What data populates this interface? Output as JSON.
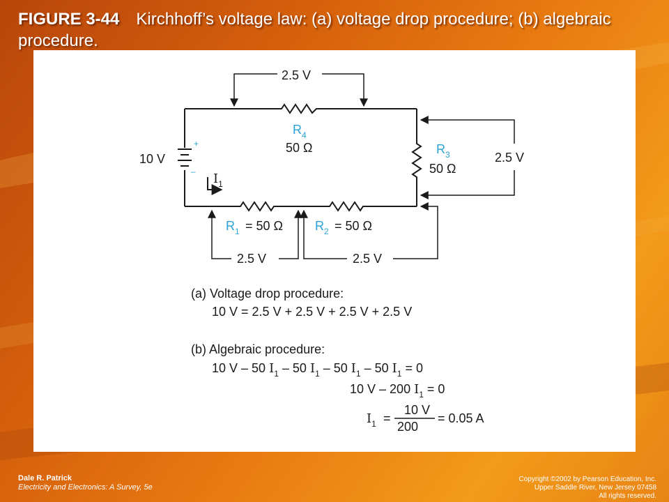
{
  "title": {
    "figure": "FIGURE 3-44",
    "caption": "Kirchhoff’s voltage law: (a) voltage drop procedure; (b) algebraic procedure."
  },
  "circuit": {
    "source_voltage": "10 V",
    "plus": "+",
    "minus": "–",
    "current_label": "I",
    "current_sub": "1",
    "r4_name": "R",
    "r4_sub": "4",
    "r4_value": "50 Ω",
    "r3_name": "R",
    "r3_sub": "3",
    "r3_value": "50 Ω",
    "r1_name": "R",
    "r1_sub": "1",
    "r1_value": "= 50 Ω",
    "r2_name": "R",
    "r2_sub": "2",
    "r2_value": "= 50 Ω",
    "drop_top": "2.5 V",
    "drop_right": "2.5 V",
    "drop_bottom_left": "2.5 V",
    "drop_bottom_right": "2.5 V"
  },
  "procedures": {
    "a_heading": "(a) Voltage drop procedure:",
    "a_equation": "10 V = 2.5 V + 2.5 V + 2.5 V + 2.5 V",
    "b_heading": "(b) Algebraic procedure:",
    "b_line1_parts": [
      "10 V – 50 ",
      "I",
      "1",
      " – 50 ",
      "I",
      "1",
      " – 50 ",
      "I",
      "1",
      " – 50 ",
      "I",
      "1",
      " = 0"
    ],
    "b_line2_parts": [
      "10 V – 200 ",
      "I",
      "1",
      " = 0"
    ],
    "b_line3_lhs": "I",
    "b_line3_sub": "1",
    "b_line3_eq": "=",
    "b_line3_num": "10 V",
    "b_line3_den": "200",
    "b_line3_result": "= 0.05 A"
  },
  "footer": {
    "author": "Dale R. Patrick",
    "book": "Electricity and Electronics: A Survey, 5e",
    "copyright": "Copyright ©2002 by Pearson Education, Inc.",
    "address": "Upper Saddle River, New Jersey 07458",
    "rights": "All rights reserved."
  },
  "colors": {
    "background": "#d8640e",
    "accent_label": "#29a3d6",
    "panel": "#ffffff"
  }
}
